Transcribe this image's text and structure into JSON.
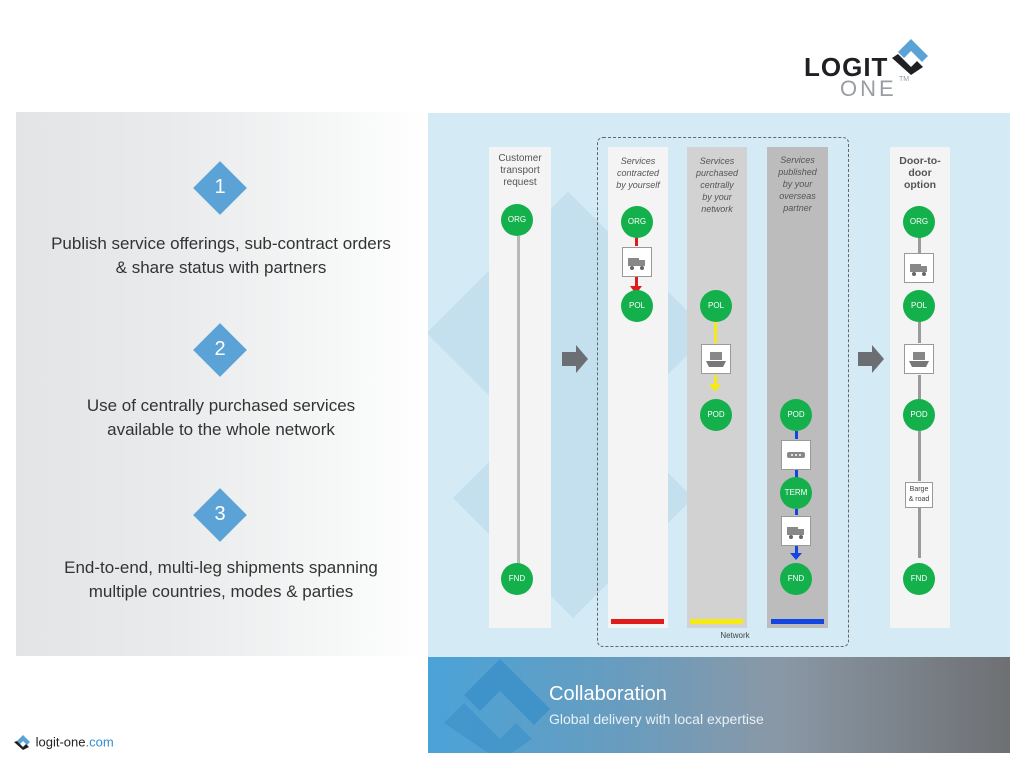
{
  "brand": {
    "logo_line1": "LOGIT",
    "logo_line2": "ONE",
    "trademark": "TM",
    "website_prefix": "logit-one",
    "website_suffix": ".com"
  },
  "steps": [
    {
      "number": "1",
      "text_line1": "Publish service offerings, sub-contract orders",
      "text_line2": "& share status with partners"
    },
    {
      "number": "2",
      "text_line1": "Use of centrally purchased services",
      "text_line2": "available to the whole network"
    },
    {
      "number": "3",
      "text_line1": "End-to-end, multi-leg shipments spanning",
      "text_line2": "multiple countries, modes & parties"
    }
  ],
  "columns": [
    {
      "header": [
        "Customer",
        "transport",
        "request"
      ]
    },
    {
      "header": [
        "Services",
        "contracted",
        "by yourself"
      ]
    },
    {
      "header": [
        "Services",
        "purchased",
        "centrally",
        "by your",
        "network"
      ]
    },
    {
      "header": [
        "Services",
        "published",
        "by your",
        "overseas",
        "partner"
      ]
    },
    {
      "header": [
        "Door-to-",
        "door",
        "option"
      ]
    }
  ],
  "nodes": {
    "org": "ORG",
    "pol": "POL",
    "pod": "POD",
    "term": "TERM",
    "fnd": "FND"
  },
  "barge_label": [
    "Barge",
    "& road"
  ],
  "network_label": "Network",
  "footer": {
    "title": "Collaboration",
    "subtitle": "Global delivery with local expertise"
  },
  "colors": {
    "accent": "#5ba3d6",
    "node": "#14b04c",
    "red": "#e01b1b",
    "yellow": "#f5ea14",
    "blue": "#1346e0"
  },
  "icons": [
    "logit-one-logo-icon",
    "truck-icon",
    "ship-icon",
    "train-icon",
    "right-arrow-icon"
  ]
}
